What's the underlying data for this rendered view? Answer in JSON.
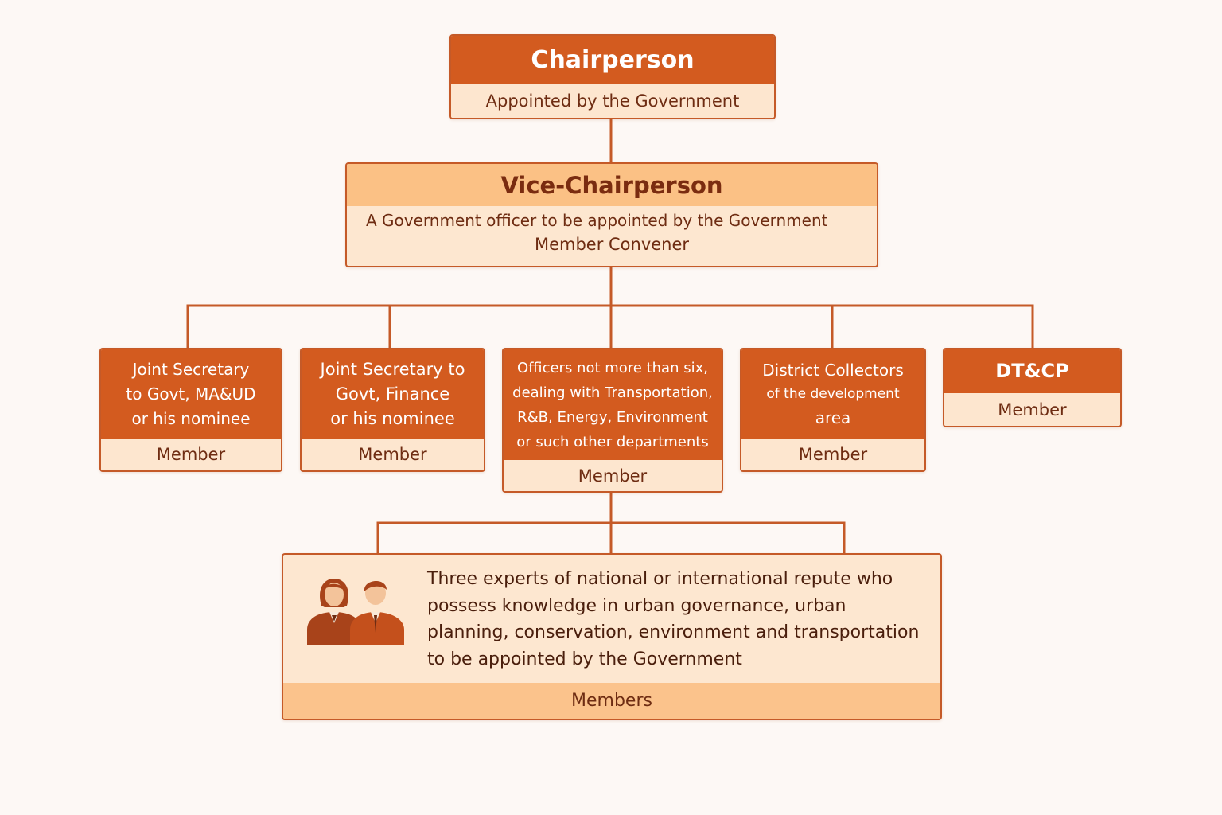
{
  "chairperson": {
    "title": "Chairperson",
    "subtitle": "Appointed by the Government"
  },
  "vice_chairperson": {
    "title": "Vice-Chairperson",
    "description": "A Government officer to be appointed by the Government",
    "role": "Member Convener"
  },
  "members": [
    {
      "title": "Joint Secretary\nto Govt, MA&UD\nor his nominee",
      "role": "Member"
    },
    {
      "title": "Joint Secretary to\nGovt, Finance\nor his nominee",
      "role": "Member"
    },
    {
      "title": "Officers not more than six,\ndealing with Transportation,\nR&B, Energy, Environment\nor such other departments",
      "role": "Member"
    },
    {
      "title": "District Collectors",
      "subtitle": "of the development",
      "subtitle2": "area",
      "role": "Member"
    },
    {
      "title": "DT&CP",
      "role": "Member"
    }
  ],
  "experts": {
    "icon": "people-icon",
    "text": "Three experts of national or international repute who possess knowledge in urban governance, urban planning, conservation, environment and transportation to be appointed by the Government",
    "role": "Members"
  },
  "colors": {
    "accent": "#d35b1f",
    "light": "#fde6cf",
    "mid": "#fbc185",
    "line": "#c55a28",
    "text": "#6e2c12"
  }
}
